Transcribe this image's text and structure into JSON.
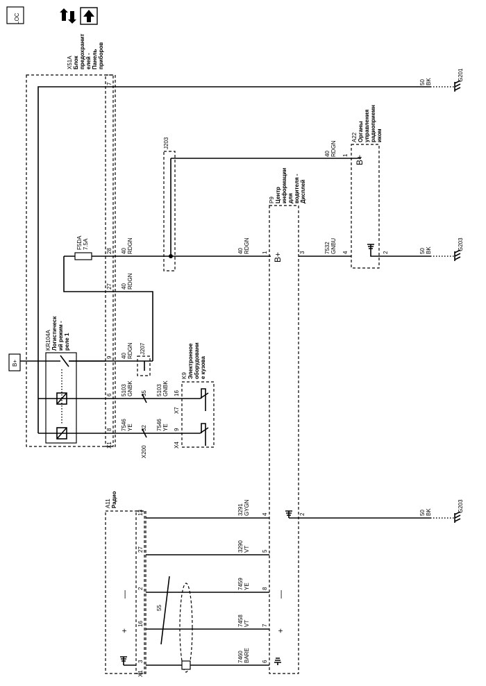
{
  "toolbar": {
    "loc_label": "LOC",
    "nav_icon": "swap-arrows-icon",
    "up_icon": "up-arrow-icon"
  },
  "components": {
    "x51a": "X51A",
    "x51a_desc": [
      "Блок",
      "предохранит",
      "елей -",
      "Панель",
      "приборов"
    ],
    "fuse": "F5DA",
    "fuse_rating": "7.5A",
    "relay": "KR104A",
    "relay_desc": [
      "Логистическ",
      "ий режим -",
      "реле 1"
    ],
    "k9": "K9",
    "k9_desc": [
      "Электронное",
      "оборудовани",
      "е кузова"
    ],
    "j203": "J203",
    "j207": "J207",
    "p9": "P9",
    "p9_desc": [
      "Центр",
      "информации",
      "для",
      "водителя -",
      "Дисплей"
    ],
    "a22": "A22",
    "a22_desc": [
      "Органы",
      "управления",
      "радиоприемн",
      "иком"
    ],
    "a11": "A11",
    "a11_desc": "Радио",
    "bplus": "B+",
    "plus": "+",
    "minus": "—",
    "x1": "X1",
    "x4": "X4",
    "x7": "X7",
    "x200": "X200",
    "g201": "G201",
    "g203": "G203"
  },
  "wires": {
    "w7_pin": "7",
    "w7_gauge": "50",
    "w7_color": "BK",
    "j203_pin": "1",
    "j203_gauge": "40",
    "j203_color": "RDGN",
    "w28_pin": "28",
    "w28_gauge": "40",
    "w28_color": "RDGN",
    "p9_pin1": "1",
    "p9_gauge1": "40",
    "p9_color1": "RDGN",
    "p9_pin3": "3",
    "p9_code3": "7532",
    "p9_color3": "GNBU",
    "a22_pin4": "4",
    "a22_pin2": "2",
    "a22_gauge2": "50",
    "a22_color2": "BK",
    "w27_pin": "27",
    "w27_gauge": "40",
    "w27_color": "RDGN",
    "w9_pin": "9",
    "w9_gauge": "40",
    "w9_color": "RDGN",
    "w6_pin": "6",
    "w6_code": "5103",
    "w6_color": "GNBK",
    "w35_pin": "35",
    "w35_code": "5103",
    "w35_color": "GNBK",
    "w16_pin": "16",
    "w8_pin": "8",
    "w8_code": "7546",
    "w8_color": "YE",
    "w32_pin": "32",
    "w32_code": "7546",
    "w32_color": "YE",
    "w9b_pin": "9",
    "r13_pin": "13",
    "r13_code": "3291",
    "r13_color": "GYGN",
    "r13_p9pin": "4",
    "p9_gnd_pin": "2",
    "p9_gnd_gauge": "50",
    "p9_gnd_color": "BK",
    "r27_pin": "27",
    "r27_code": "3290",
    "r27_color": "VT",
    "r27_p9pin": "5",
    "r2_pin": "2",
    "r2_code": "7459",
    "r2_color": "YE",
    "r2_p9pin": "8",
    "r16_pin": "16",
    "r16_code": "7458",
    "r16_color": "VT",
    "r16_p9pin": "7",
    "r3_pin": "3",
    "r3_code": "7460",
    "r3_color": "BARE",
    "r3_p9pin": "6",
    "shield_label": "55"
  }
}
